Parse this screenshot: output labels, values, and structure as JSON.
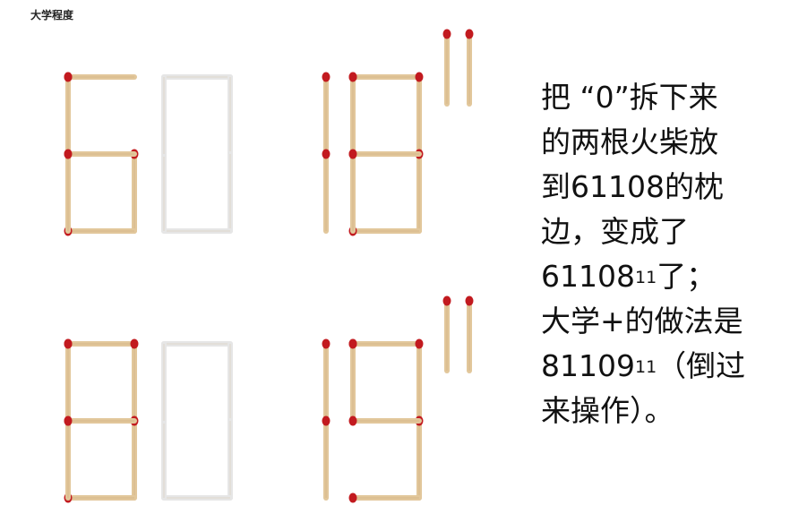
{
  "corner_label": "大学程度",
  "caption": {
    "line1": "把 “0”拆下来",
    "line2": "的两根火柴放",
    "line3": "到61108的枕",
    "line4": "边，变成了",
    "line5_base": "61108",
    "line5_sup": "11",
    "line5_tail": "了；",
    "line6": "大学+的做法是",
    "line7_base": "81109",
    "line7_sup": "11",
    "line7_tail": "（倒过",
    "line8": "来操作）。"
  },
  "puzzle": {
    "colors": {
      "stick": "#e2c79b",
      "stick_edge": "#c9a877",
      "head": "#c21a1f",
      "white_stick": "#e6e6e6"
    },
    "rows": [
      {
        "label": "top-row",
        "digits": [
          {
            "segments": [
              "a",
              "f",
              "g",
              "e",
              "d",
              "c"
            ],
            "faded": false
          },
          {
            "segments": [
              "a",
              "b",
              "c",
              "d",
              "e",
              "f"
            ],
            "faded": true
          },
          {
            "segments": [
              "b",
              "c"
            ],
            "faded": false
          },
          {
            "segments": [
              "a",
              "b",
              "c",
              "d",
              "e",
              "f",
              "g"
            ],
            "faded": false
          }
        ],
        "spare_sticks": 2
      },
      {
        "label": "bottom-row",
        "digits": [
          {
            "segments": [
              "a",
              "b",
              "c",
              "d",
              "e",
              "f",
              "g"
            ],
            "faded": false
          },
          {
            "segments": [
              "a",
              "b",
              "c",
              "d",
              "e",
              "f"
            ],
            "faded": true
          },
          {
            "segments": [
              "b",
              "c"
            ],
            "faded": false
          },
          {
            "segments": [
              "a",
              "b",
              "c",
              "d",
              "f",
              "g"
            ],
            "faded": false
          }
        ],
        "spare_sticks": 2
      }
    ]
  }
}
